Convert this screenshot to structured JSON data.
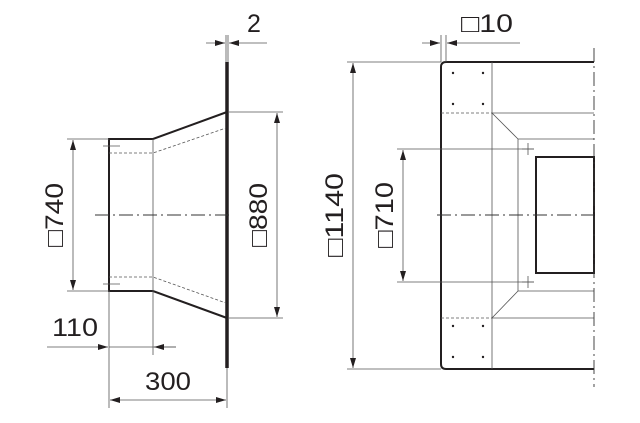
{
  "side_view": {
    "flange_thickness": "2",
    "inlet_length": "110",
    "total_length": "300",
    "inlet_size": "□740",
    "outlet_size": "□880"
  },
  "front_view": {
    "flange_edge": "□10",
    "flange_size": "□1140",
    "hole_spacing": "□710"
  }
}
